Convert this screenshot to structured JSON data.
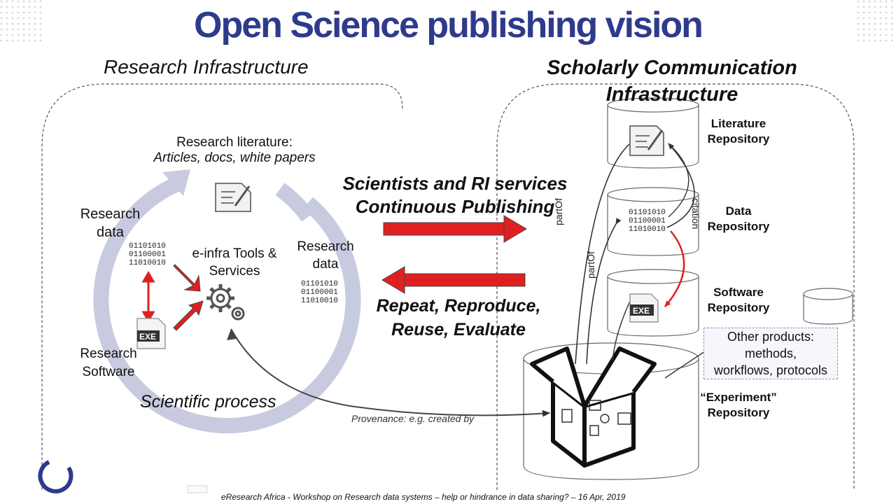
{
  "title": "Open Science publishing vision",
  "left_section": "Research Infrastructure",
  "right_section_line1": "Scholarly Communication",
  "right_section_line2": "Infrastructure",
  "research_literature_title": "Research literature:",
  "research_literature_sub": "Articles, docs, white papers",
  "research_data_line1": "Research",
  "research_data_line2": "data",
  "binary_line1": "01101010",
  "binary_line2": "01100001",
  "binary_line3": "11010010",
  "einfra_line1": "e-infra Tools &",
  "einfra_line2": "Services",
  "center_research_data_line1": "Research",
  "center_research_data_line2": "data",
  "research_software_line1": "Research",
  "research_software_line2": "Software",
  "scientific_process": "Scientific process",
  "publishing_line1": "Scientists and RI services",
  "publishing_line2": "Continuous Publishing",
  "repeat_line1": "Repeat, Reproduce,",
  "repeat_line2": "Reuse, Evaluate",
  "provenance": "Provenance: e.g. created by",
  "part_of_1": "partOf",
  "part_of_2": "partOf",
  "citation": "citation",
  "literature_repo_line1": "Literature",
  "literature_repo_line2": "Repository",
  "data_repo_line1": "Data",
  "data_repo_line2": "Repository",
  "software_repo_line1": "Software",
  "software_repo_line2": "Repository",
  "other_products_line1": "Other products:",
  "other_products_line2": "methods,",
  "other_products_line3": "workflows, protocols",
  "experiment_repo_line1": "“Experiment”",
  "experiment_repo_line2": "Repository",
  "exe_label": "EXE",
  "footer": "eResearch Africa - Workshop on Research data systems – help or hindrance in data sharing? – 16 Apr, 2019",
  "colors": {
    "title": "#2e3a8c",
    "arrow_red": "#e02020",
    "cycle": "#c8cbe0",
    "dashed": "#555555"
  }
}
